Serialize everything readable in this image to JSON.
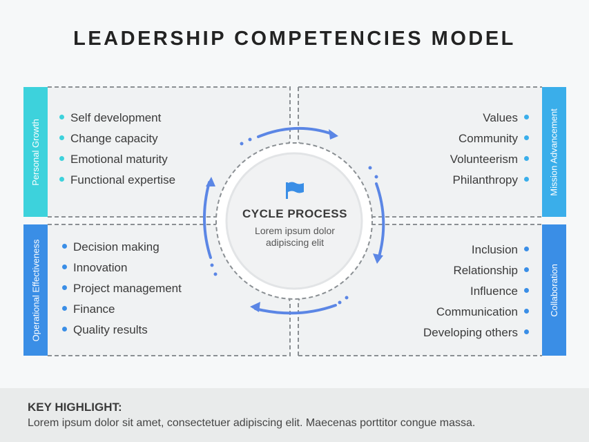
{
  "title": "LEADERSHIP COMPETENCIES MODEL",
  "quadrants": {
    "top_left": {
      "label": "Personal Growth",
      "items": [
        "Self development",
        "Change capacity",
        "Emotional maturity",
        "Functional expertise"
      ]
    },
    "top_right": {
      "label": "Mission Advancement",
      "items": [
        "Values",
        "Community",
        "Volunteerism",
        "Philanthropy"
      ]
    },
    "bottom_left": {
      "label": "Operational Effectiveness",
      "items": [
        "Decision making",
        "Innovation",
        "Project management",
        "Finance",
        "Quality results"
      ]
    },
    "bottom_right": {
      "label": "Collaboration",
      "items": [
        "Inclusion",
        "Relationship",
        "Influence",
        "Communication",
        "Developing others"
      ]
    }
  },
  "center": {
    "title": "CYCLE PROCESS",
    "subtitle_line1": "Lorem ipsum dolor",
    "subtitle_line2": "adipiscing elit",
    "icon": "flag-icon"
  },
  "key_highlight": {
    "title": "KEY HIGHLIGHT:",
    "text": "Lorem ipsum dolor sit amet, consectetuer adipiscing elit. Maecenas porttitor congue massa."
  },
  "colors": {
    "cyan": "#3dd2dc",
    "blue": "#3a8ee6",
    "sky": "#3aaeea",
    "arrow": "#5b86e5"
  }
}
